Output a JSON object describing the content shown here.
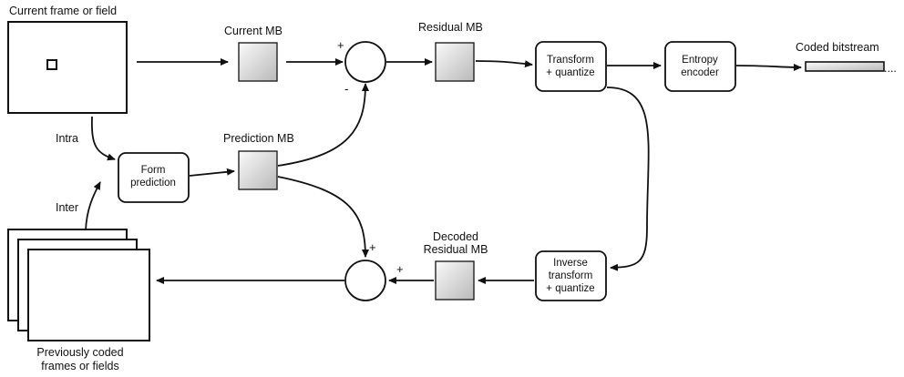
{
  "labels": {
    "current_frame": "Current frame or field",
    "current_mb": "Current MB",
    "residual_mb": "Residual MB",
    "coded_bitstream": "Coded bitstream",
    "coded_bitstream_ellipsis": "....",
    "intra": "Intra",
    "inter": "Inter",
    "prediction_mb": "Prediction MB",
    "decoded_residual_mb_line1": "Decoded",
    "decoded_residual_mb_line2": "Residual MB",
    "previously_coded_line1": "Previously coded",
    "previously_coded_line2": "frames or fields"
  },
  "blocks": {
    "transform_quantize_line1": "Transform",
    "transform_quantize_line2": "+ quantize",
    "entropy_encoder_line1": "Entropy",
    "entropy_encoder_line2": "encoder",
    "form_prediction_line1": "Form",
    "form_prediction_line2": "prediction",
    "inverse_transform_line1": "Inverse",
    "inverse_transform_line2": "transform",
    "inverse_transform_line3": "+ quantize"
  },
  "signs": {
    "top_sum_plus": "+",
    "top_sum_minus": "-",
    "bottom_sum_plus_top": "+",
    "bottom_sum_plus_right": "+"
  }
}
